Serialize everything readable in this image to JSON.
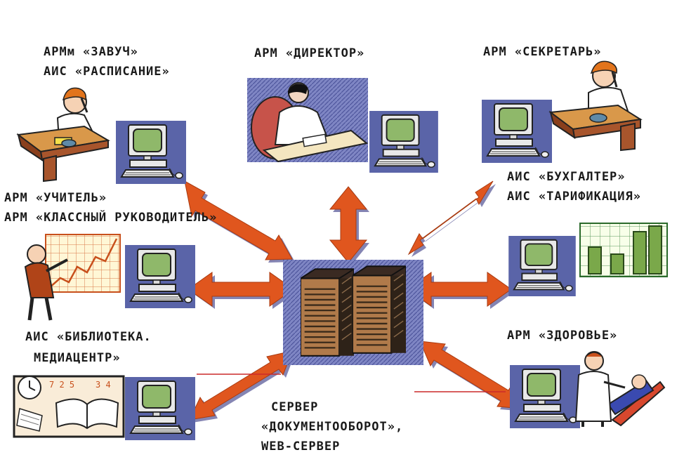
{
  "labels": {
    "zavuch_1": "АРМм «ЗАВУЧ»",
    "zavuch_2": "АИС «РАСПИСАНИЕ»",
    "director": "АРМ «ДИРЕКТОР»",
    "secretary": "АРМ «СЕКРЕТАРЬ»",
    "accountant_1": "АИС «БУХГАЛТЕР»",
    "accountant_2": "АИС «ТАРИФИКАЦИЯ»",
    "teacher_1": "АРМ «УЧИТЕЛЬ»",
    "teacher_2": "АРМ «КЛАССНЫЙ РУКОВОДИТЕЛЬ»",
    "library_1": "АИС «БИБЛИОТЕКА.",
    "library_2": "МЕДИАЦЕНТР»",
    "health": "АРМ «ЗДОРОВЬЕ»",
    "server_1": "СЕРВЕР",
    "server_2": "«ДОКУМЕНТООБОРОТ»,",
    "server_3": "WEB-СЕРВЕР"
  },
  "icons": [
    "person-on-phone-icon",
    "computer-icon",
    "director-at-desk-icon",
    "teacher-with-chart-icon",
    "library-book-clock-icon",
    "bar-chart-icon",
    "doctor-patient-icon",
    "server-cabinet-icon",
    "double-arrow-icon"
  ],
  "colors": {
    "arrow_fill": "#e0561e",
    "arrow_shadow": "#5c5c9a",
    "panel_blue": "#5a64a8",
    "monitor_screen": "#8fb86a",
    "desk_brown": "#a8552c",
    "hair_orange": "#e2741c"
  }
}
